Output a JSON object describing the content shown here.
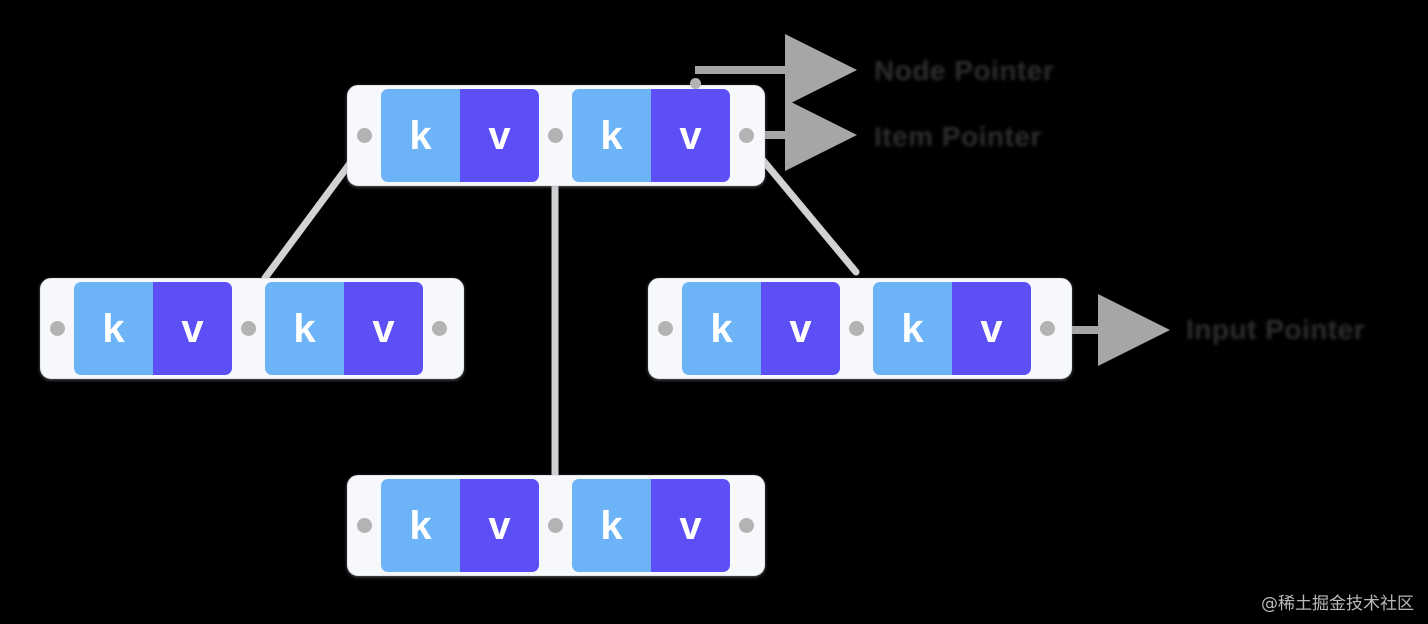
{
  "diagram": {
    "title": "B+ Tree node / pointer structure",
    "colors": {
      "background": "#000000",
      "node_fill": "#f6f8fb",
      "node_border": "#e3e7ec",
      "key_cell": "#6cb4f7",
      "value_cell": "#5b4ff5",
      "pointer_dot": "#b3b3b3",
      "edge_line": "#d2d2d2",
      "arrow": "#a6a6a6",
      "label_text": "#2d2d2d"
    },
    "cell_labels": {
      "key": "k",
      "value": "v"
    },
    "nodes": [
      {
        "id": "root",
        "role": "root-node",
        "slots": [
          "pointer",
          "k",
          "v",
          "pointer",
          "k",
          "v",
          "pointer"
        ],
        "entries": [
          {
            "key": "k",
            "value": "v"
          },
          {
            "key": "k",
            "value": "v"
          }
        ]
      },
      {
        "id": "leaf-left",
        "role": "leaf-node-left",
        "slots": [
          "pointer",
          "k",
          "v",
          "pointer",
          "k",
          "v",
          "pointer"
        ],
        "entries": [
          {
            "key": "k",
            "value": "v"
          },
          {
            "key": "k",
            "value": "v"
          }
        ]
      },
      {
        "id": "leaf-right",
        "role": "leaf-node-right",
        "slots": [
          "pointer",
          "k",
          "v",
          "pointer",
          "k",
          "v",
          "pointer"
        ],
        "entries": [
          {
            "key": "k",
            "value": "v"
          },
          {
            "key": "k",
            "value": "v"
          }
        ]
      },
      {
        "id": "leaf-bottom",
        "role": "leaf-node-bottom",
        "slots": [
          "pointer",
          "k",
          "v",
          "pointer",
          "k",
          "v",
          "pointer"
        ],
        "entries": [
          {
            "key": "k",
            "value": "v"
          },
          {
            "key": "k",
            "value": "v"
          }
        ]
      }
    ],
    "annotations": [
      {
        "id": "node-pointer",
        "text": "Node Pointer"
      },
      {
        "id": "item-pointer",
        "text": "Item Pointer"
      },
      {
        "id": "tuple-pointer",
        "text": "Input Pointer"
      }
    ]
  },
  "watermark": {
    "text": "@稀土掘金技术社区"
  }
}
